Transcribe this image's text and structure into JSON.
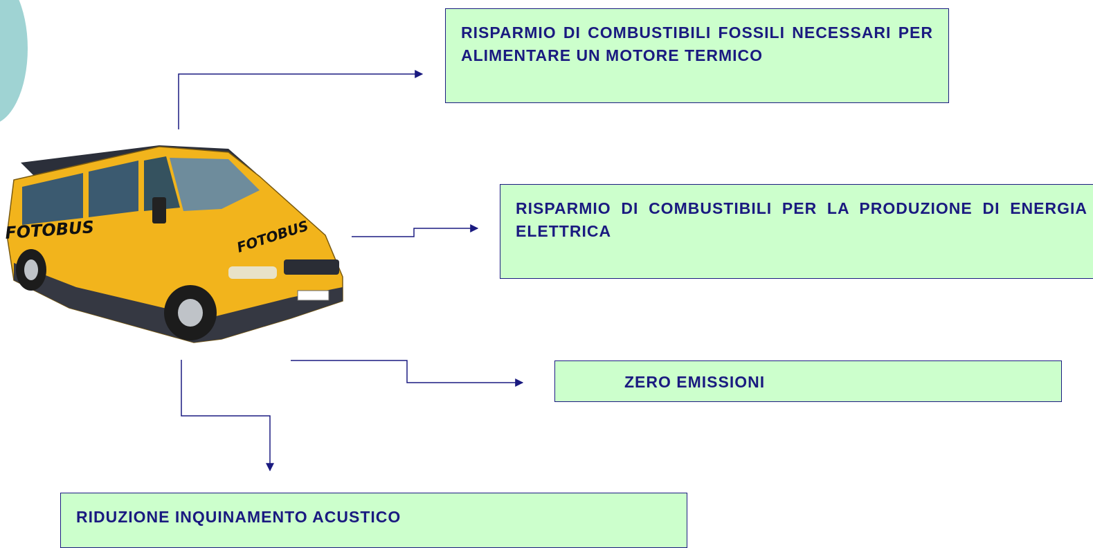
{
  "van": {
    "brand_side": "FOTOBUS",
    "brand_hood": "FOTOBUS"
  },
  "boxes": {
    "fossil": "RISPARMIO DI COMBUSTIBILI FOSSILI NECESSARI PER ALIMENTARE UN MOTORE TERMICO",
    "electric": "RISPARMIO DI COMBUSTIBILI PER LA PRODUZIONE DI ENERGIA ELETTRICA",
    "emissions": "ZERO EMISSIONI",
    "noise": "RIDUZIONE INQUINAMENTO ACUSTICO"
  },
  "colors": {
    "box_fill": "#ccffcc",
    "border_text": "#1a1a80",
    "van_body": "#f2b41c"
  }
}
